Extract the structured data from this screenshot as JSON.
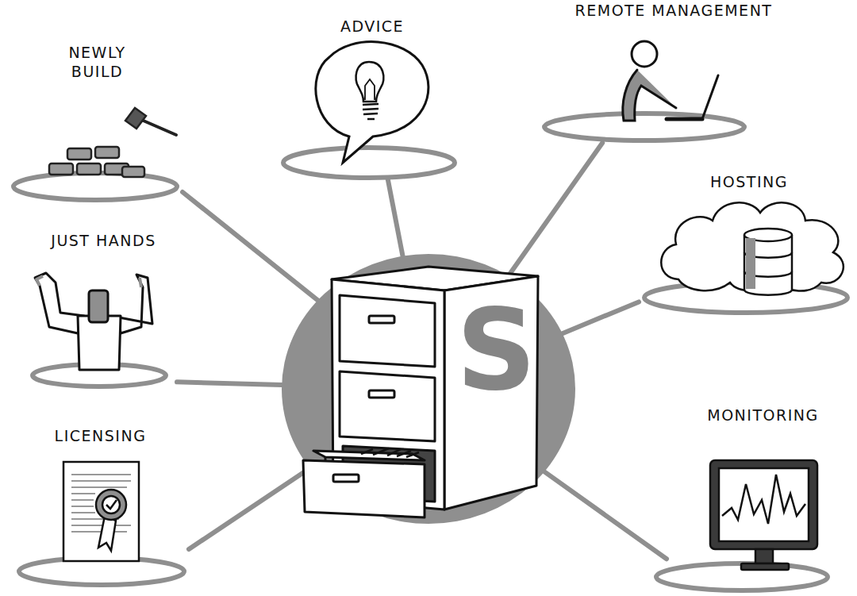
{
  "diagram": {
    "nodes": [
      {
        "text": [
          "NEWLY BUILD"
        ]
      },
      {
        "text": [
          "ADVICE"
        ]
      },
      {
        "text": [
          "REMOTE MANAGEMENT"
        ]
      },
      {
        "text": [
          "HOSTING"
        ]
      },
      {
        "text": [
          "JUST HANDS"
        ]
      },
      {
        "text": [
          "S"
        ]
      },
      {
        "text": [
          "LICENSING"
        ]
      },
      {
        "text": [
          "MONITORING"
        ]
      }
    ],
    "edges": [
      {
        "from": 5,
        "to": 0,
        "arrow": "none"
      },
      {
        "from": 5,
        "to": 1,
        "arrow": "none"
      },
      {
        "from": 5,
        "to": 2,
        "arrow": "none"
      },
      {
        "from": 5,
        "to": 3,
        "arrow": "none"
      },
      {
        "from": 5,
        "to": 4,
        "arrow": "none"
      },
      {
        "from": 5,
        "to": 6,
        "arrow": "none"
      },
      {
        "from": 5,
        "to": 7,
        "arrow": "none"
      }
    ]
  }
}
